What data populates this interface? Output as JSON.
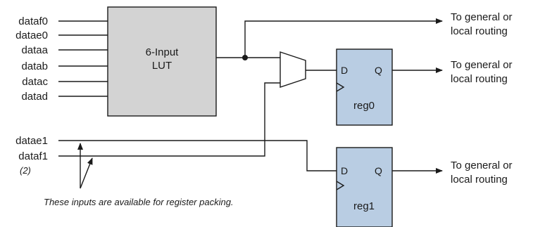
{
  "lut": {
    "label_line1": "6-Input",
    "label_line2": "LUT"
  },
  "lut_inputs": [
    "dataf0",
    "datae0",
    "dataa",
    "datab",
    "datac",
    "datad"
  ],
  "packing_inputs": [
    "datae1",
    "dataf1"
  ],
  "footnote_marker": "(2)",
  "note": "These inputs are available for register packing.",
  "registers": [
    {
      "name": "reg0",
      "d_label": "D",
      "q_label": "Q"
    },
    {
      "name": "reg1",
      "d_label": "D",
      "q_label": "Q"
    }
  ],
  "outputs": [
    {
      "line1": "To general or",
      "line2": "local routing"
    },
    {
      "line1": "To general or",
      "line2": "local routing"
    },
    {
      "line1": "To general or",
      "line2": "local routing"
    }
  ],
  "colors": {
    "lut_fill": "#d3d3d3",
    "register_fill": "#b9cde3",
    "wire": "#1a1a1a"
  }
}
